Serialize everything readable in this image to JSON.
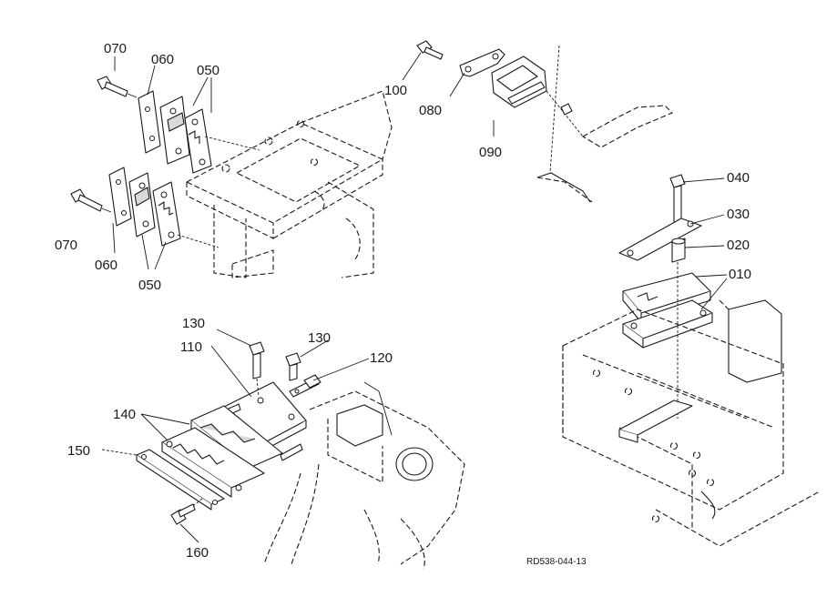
{
  "callouts": {
    "c070a": "070",
    "c060a": "060",
    "c050a": "050",
    "c070b": "070",
    "c060b": "060",
    "c050b": "050",
    "c100": "100",
    "c080": "080",
    "c090": "090",
    "c040": "040",
    "c030": "030",
    "c020": "020",
    "c010": "010",
    "c130a": "130",
    "c130b": "130",
    "c110": "110",
    "c120": "120",
    "c140": "140",
    "c150": "150",
    "c160": "160"
  },
  "drawing_code": "RD538-044-13"
}
